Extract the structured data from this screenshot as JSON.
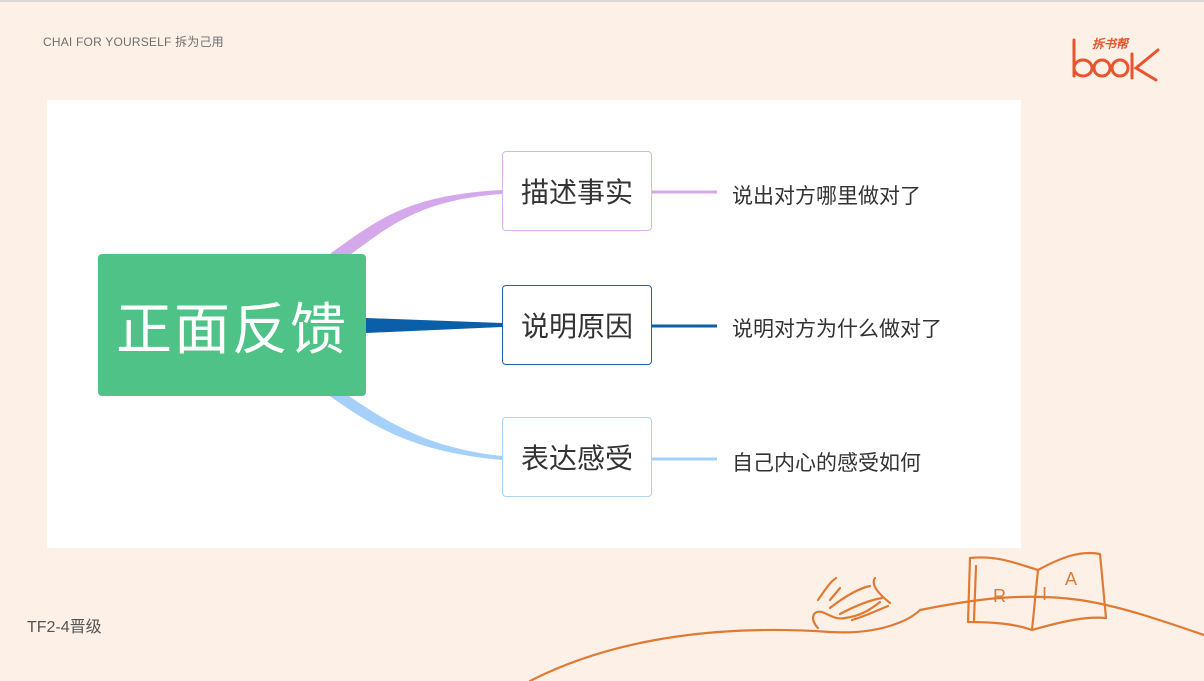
{
  "header": {
    "title": "CHAI FOR YOURSELF 拆为己用"
  },
  "logo": {
    "cn_text": "拆书帮",
    "word": "book"
  },
  "mindmap": {
    "root": "正面反馈",
    "branches": [
      {
        "label": "描述事实",
        "detail": "说出对方哪里做对了",
        "color": "#d5a8ec"
      },
      {
        "label": "说明原因",
        "detail": "说明对方为什么做对了",
        "color": "#0b5ea8"
      },
      {
        "label": "表达感受",
        "detail": "自己内心的感受如何",
        "color": "#a4d0fa"
      }
    ],
    "root_color": "#4fc387"
  },
  "footer": {
    "label": "TF2-4晋级"
  },
  "decoration": {
    "book_letters": [
      "R",
      "I",
      "A"
    ],
    "accent": "#e07a33"
  }
}
